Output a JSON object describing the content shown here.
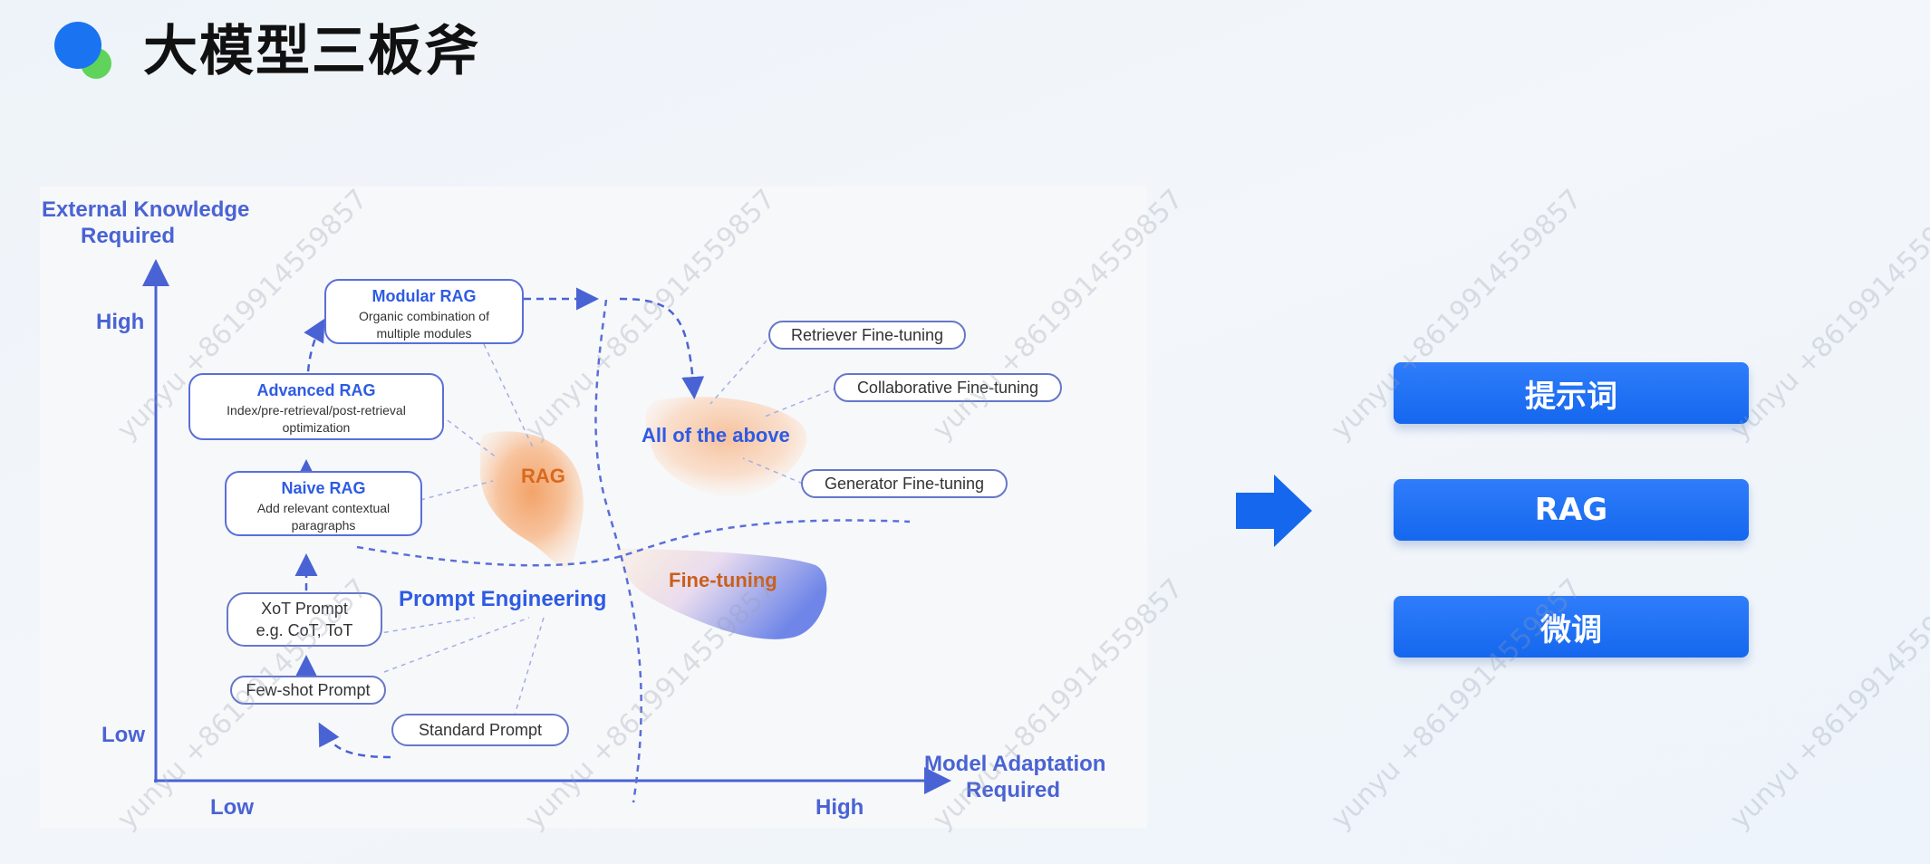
{
  "header": {
    "title": "大模型三板斧"
  },
  "diagram": {
    "axis_y": {
      "label_line1": "External Knowledge",
      "label_line2": "Required",
      "high": "High",
      "low": "Low"
    },
    "axis_x": {
      "label_line1": "Model Adaptation",
      "label_line2": "Required",
      "low": "Low",
      "high": "High"
    },
    "boxes": {
      "modular": {
        "title": "Modular RAG",
        "sub1": "Organic combination of",
        "sub2": "multiple modules"
      },
      "advanced": {
        "title": "Advanced RAG",
        "sub1": "Index/pre-retrieval/post-retrieval",
        "sub2": "optimization"
      },
      "naive": {
        "title": "Naive RAG",
        "sub1": "Add relevant contextual",
        "sub2": "paragraphs"
      }
    },
    "pills": {
      "xot_line1": "XoT Prompt",
      "xot_line2": "e.g. CoT, ToT",
      "few_shot": "Few-shot Prompt",
      "standard": "Standard Prompt",
      "retriever": "Retriever Fine-tuning",
      "collaborative": "Collaborative Fine-tuning",
      "generator": "Generator Fine-tuning"
    },
    "regions": {
      "rag": "RAG",
      "all": "All of the above",
      "prompt": "Prompt Engineering",
      "finetune": "Fine-tuning"
    }
  },
  "actions": [
    {
      "label": "提示词"
    },
    {
      "label": "RAG"
    },
    {
      "label": "微调"
    }
  ],
  "watermark": "yunyu +8619914559857",
  "colors": {
    "accent_blue": "#1567ee",
    "diagram_blue": "#4a63d4",
    "rag_orange": "#d9691e",
    "logo_blue": "#1a73f0",
    "logo_green": "#4cd964"
  },
  "icons": {
    "logo": "blue-green-circles-icon",
    "arrow": "right-arrow-icon"
  }
}
